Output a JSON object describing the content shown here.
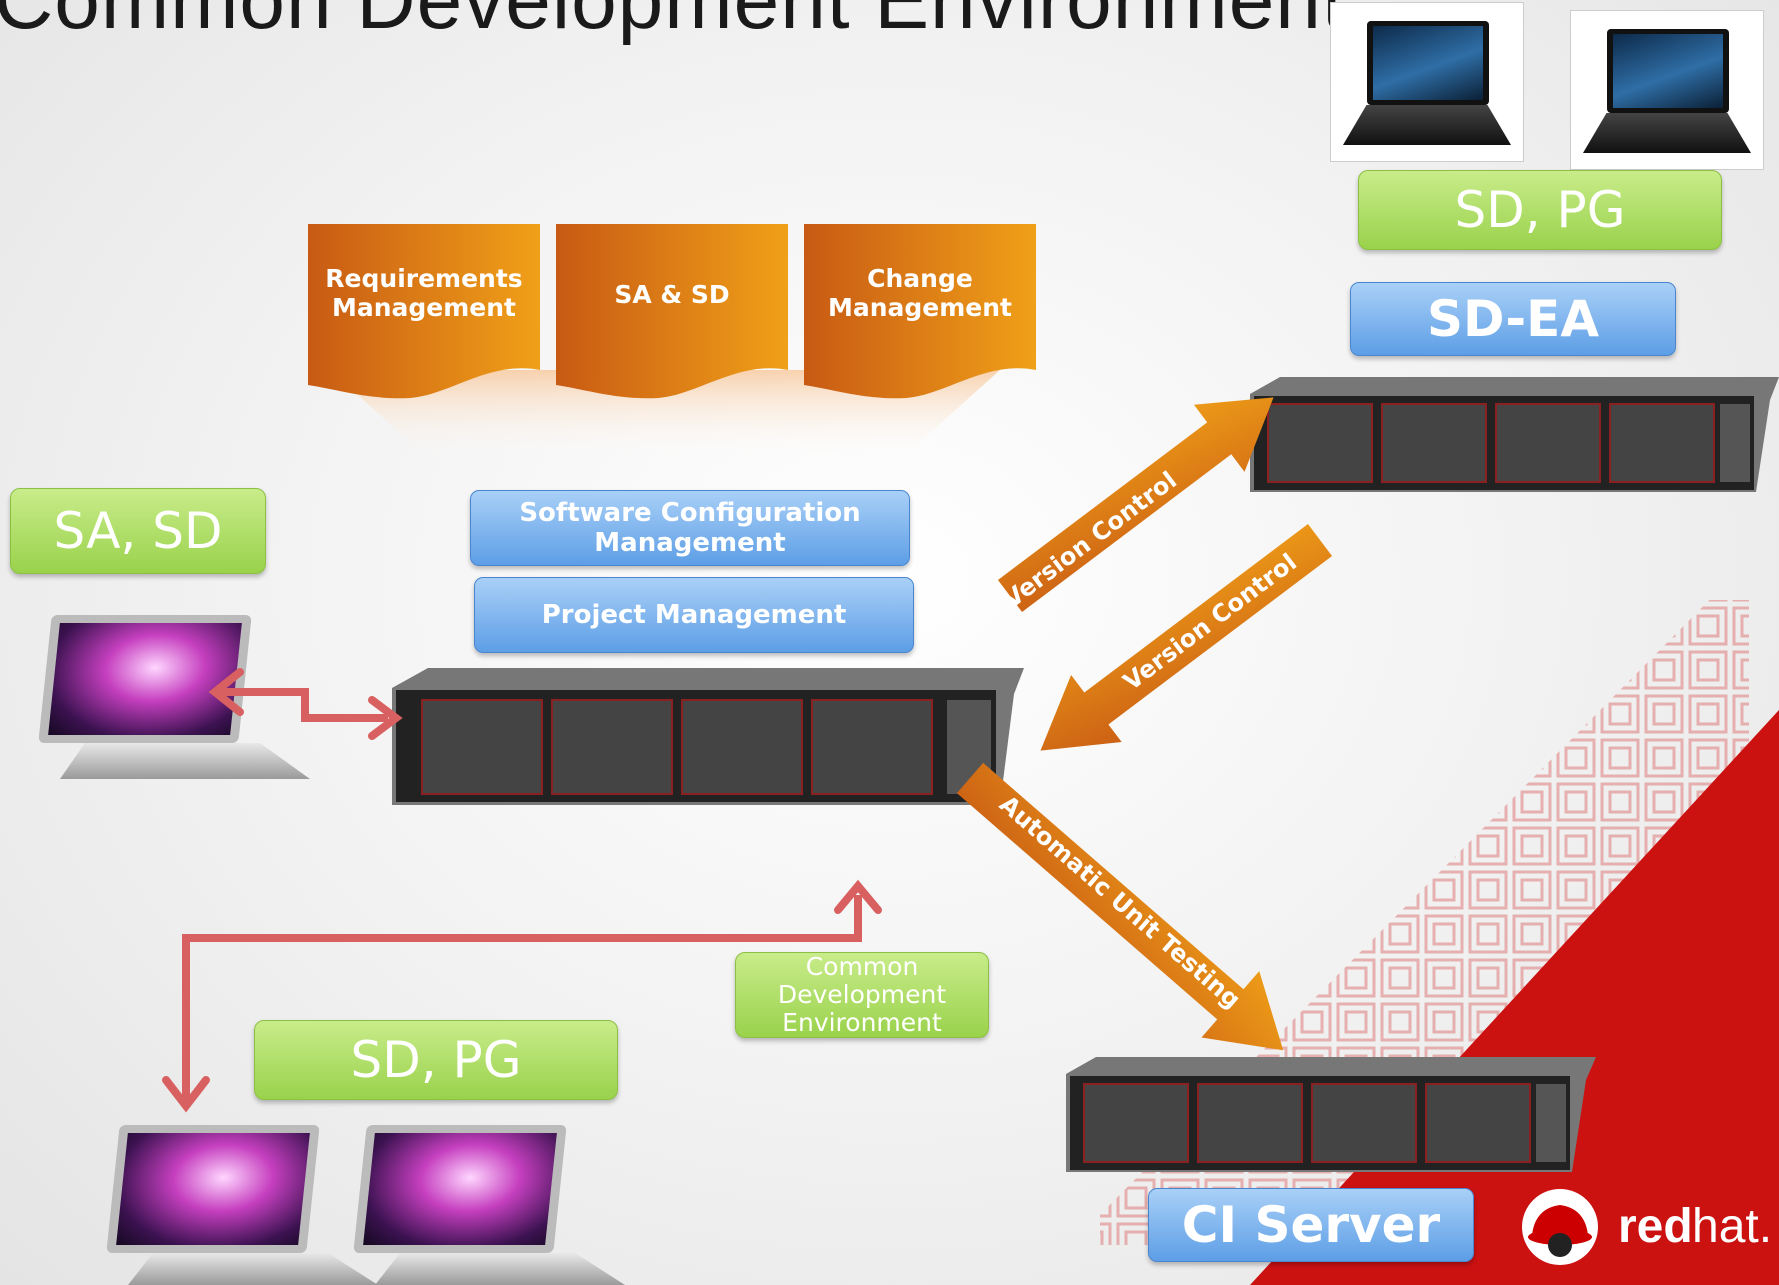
{
  "title": "Common Development Environment",
  "documents": [
    {
      "label": "Requirements\nManagement"
    },
    {
      "label": "SA & SD"
    },
    {
      "label": "Change\nManagement"
    }
  ],
  "stack": {
    "scm": "Software Configuration\nManagement",
    "pm": "Project Management"
  },
  "labels": {
    "sa_sd": "SA, SD",
    "sd_pg_top": "SD, PG",
    "sd_ea": "SD-EA",
    "sd_pg_bottom": "SD, PG",
    "cde": "Common\nDevelopment\nEnvironment",
    "ci_server": "CI Server"
  },
  "arrows": {
    "vc_up": "Version Control",
    "vc_down": "Version Control",
    "unit_testing": "Automatic Unit Testing"
  },
  "brand": {
    "name_bold": "red",
    "name_light": "hat.",
    "color": "#cc0000"
  },
  "colors": {
    "orange": "#e8801a",
    "green": "#a8dc5a",
    "blue": "#6aa8ea",
    "red_line": "#d96060"
  }
}
